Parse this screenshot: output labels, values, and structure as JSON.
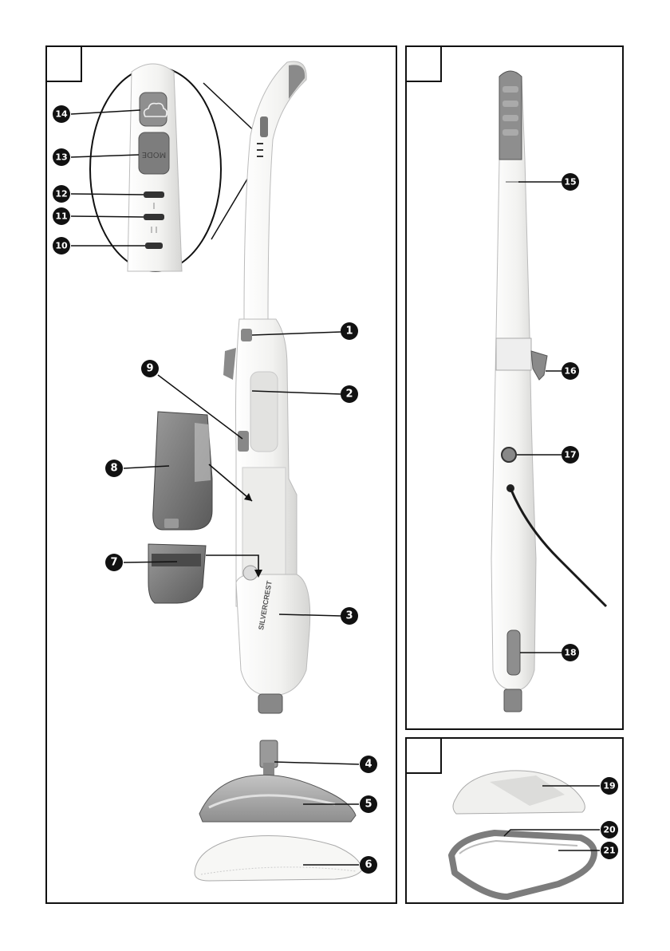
{
  "labels": [
    "1",
    "2",
    "3",
    "4",
    "5",
    "6",
    "7",
    "8",
    "9",
    "10",
    "11",
    "12",
    "13",
    "14",
    "15",
    "16",
    "17",
    "18",
    "19",
    "20",
    "21"
  ],
  "mode_button_text": "MODE",
  "brand_logo": "SILVERCREST",
  "colors": {
    "ink": "#111111",
    "body": "#f4f4f2",
    "accent": "#8c8c8c",
    "tank": "#6e6e6e"
  }
}
